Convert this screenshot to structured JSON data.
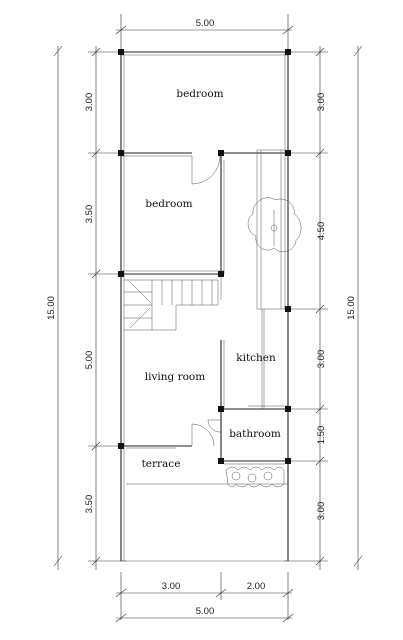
{
  "rooms": {
    "bedroom_1": "bedroom",
    "bedroom_2": "bedroom",
    "kitchen": "kitchen",
    "living_room": "living room",
    "bathroom": "bathroom",
    "terrace": "terrace"
  },
  "dimensions": {
    "top_width": "5.00",
    "bottom_width": "5.00",
    "bottom_left": "3.00",
    "bottom_right": "2.00",
    "left_overall": "15.00",
    "right_overall": "15.00",
    "left_segments": [
      "3.00",
      "3.50",
      "5.00",
      "3.50"
    ],
    "right_segments": [
      "3.00",
      "4.50",
      "3.00",
      "1.50",
      "3.00"
    ]
  }
}
